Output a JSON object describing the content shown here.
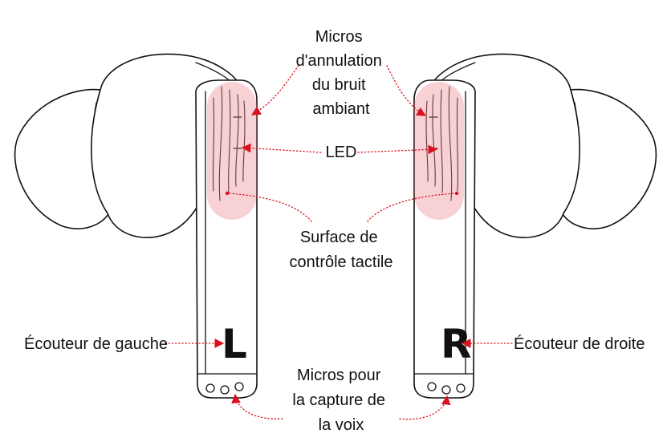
{
  "colors": {
    "accent": "#d9101e",
    "zone_fill": "#e8707a",
    "outline": "#111111"
  },
  "labels": {
    "anc_mics": [
      "Micros",
      "d'annulation",
      "du bruit",
      "ambiant"
    ],
    "led": "LED",
    "touch": [
      "Surface de",
      "contrôle tactile"
    ],
    "left_bud": "Écouteur de gauche",
    "right_bud": "Écouteur de droite",
    "voice_mics": [
      "Micros pour",
      "la capture de",
      "la voix"
    ]
  },
  "letters": {
    "left": "L",
    "right": "R"
  }
}
